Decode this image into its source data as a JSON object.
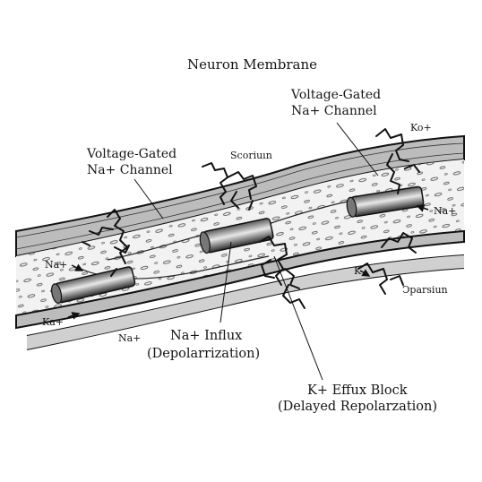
{
  "title": "Neuron Membrane",
  "labels": {
    "vg_channel_left": [
      "Voltage-Gated",
      "Na+ Channel"
    ],
    "vg_channel_right": [
      "Voltage-Gated",
      "Na+ Channel"
    ],
    "scoriun": "Scoriuın",
    "ko_plus": "Ko+",
    "na_plus_right": "Na+",
    "k": "K",
    "oparsiun": "Ͻparsiun",
    "na_plus_left": "Na+",
    "ka_plus": "Ka+",
    "na_plus_bottom": "Na+",
    "na_influx": [
      "Na+ Influx",
      "(Depolarrization)"
    ],
    "k_effux": [
      "K+ Effux Block",
      "(Delayed Repolarzation)"
    ]
  }
}
